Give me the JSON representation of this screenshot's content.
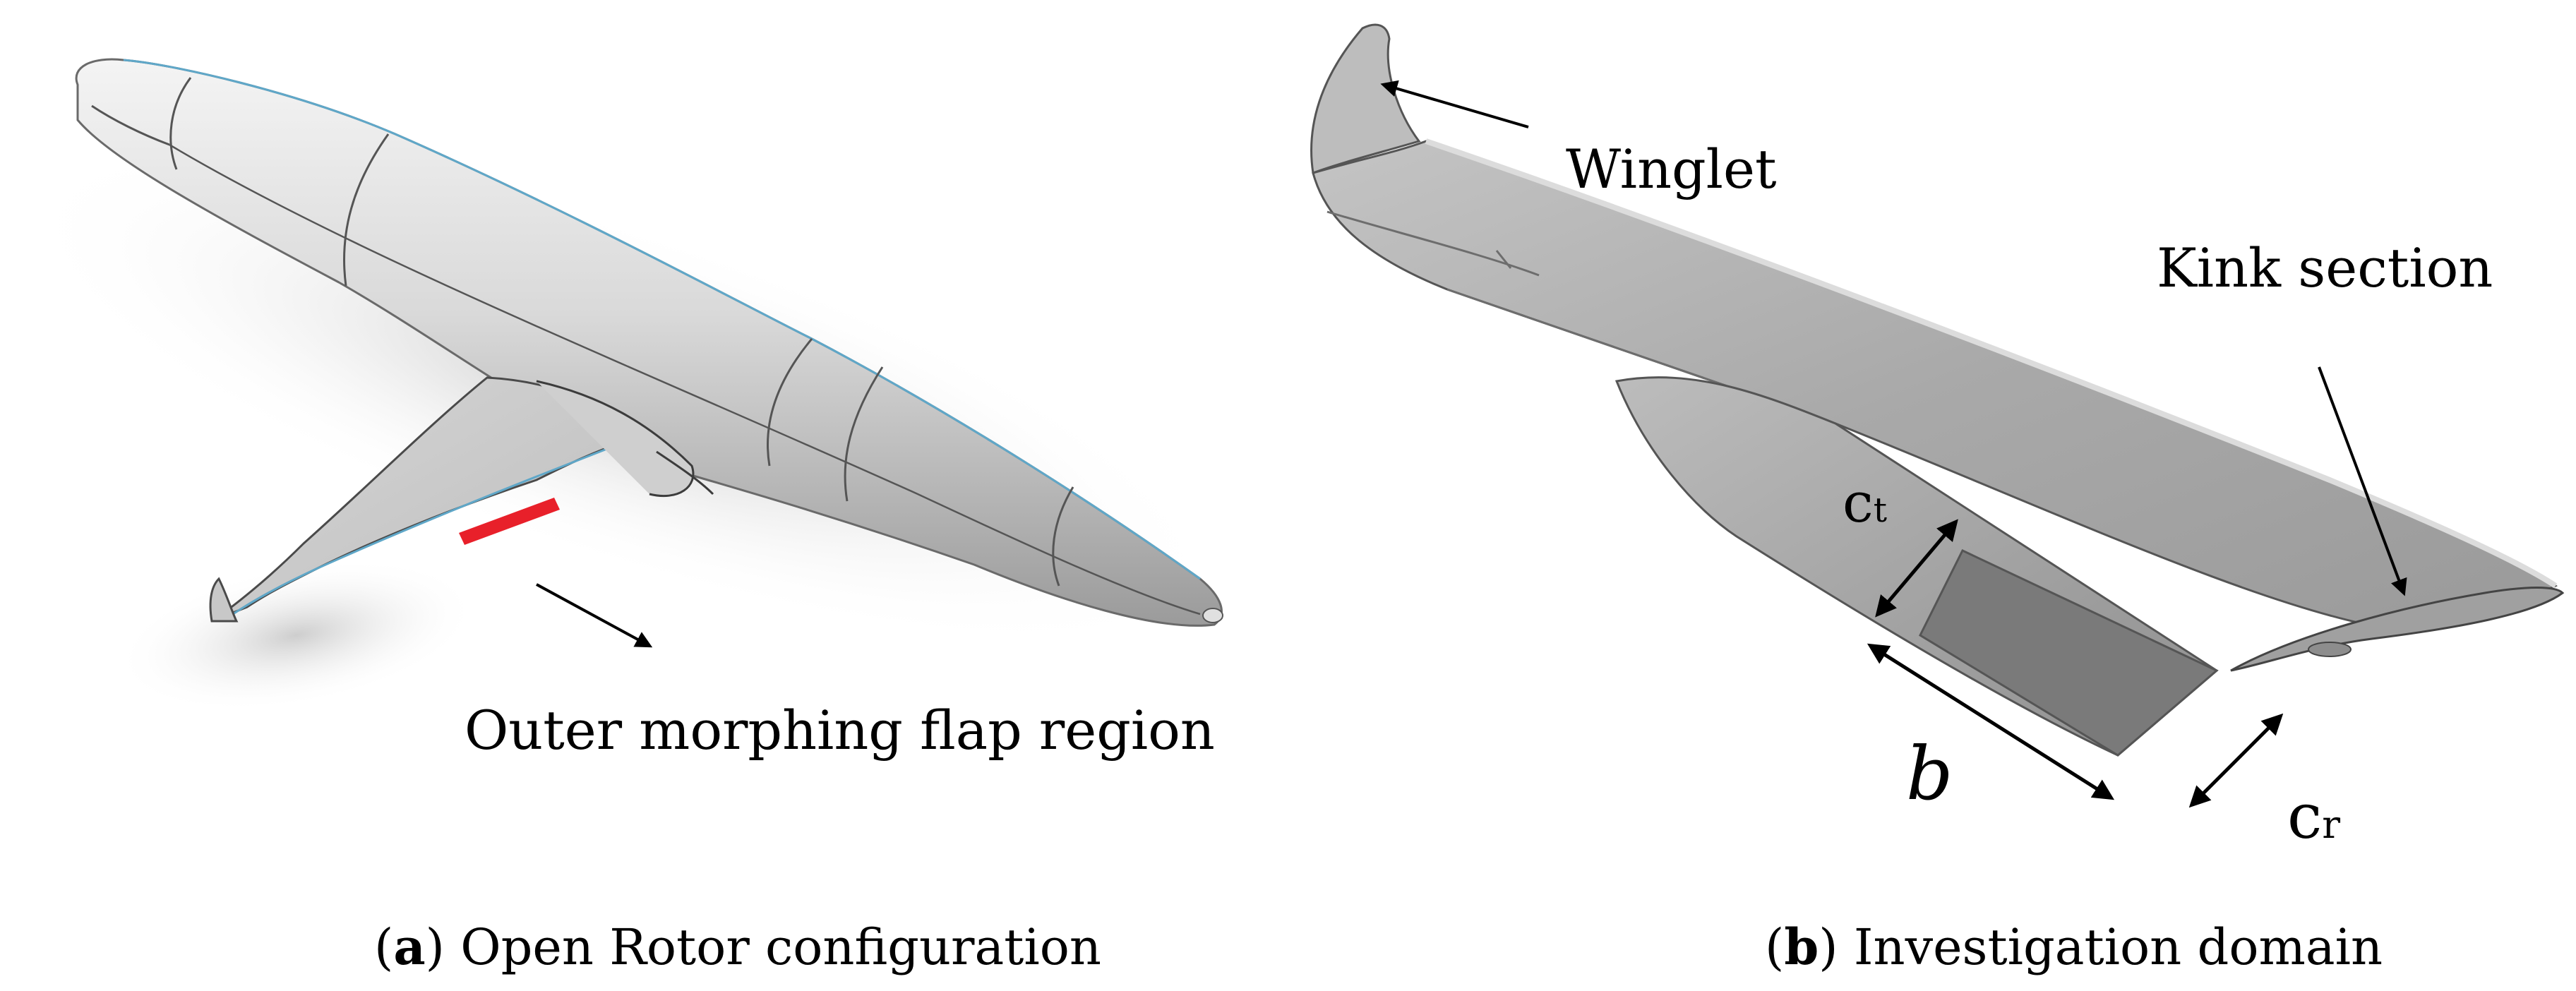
{
  "panel_a": {
    "annotation": "Outer morphing flap region",
    "caption_open": "(",
    "caption_letter": "a",
    "caption_close": ")",
    "caption_text": " Open Rotor configuration",
    "flap_color": "#e8202a",
    "edge_color": "#5fa7c8"
  },
  "panel_b": {
    "label_winglet": "Winglet",
    "label_kink": "Kink section",
    "sym_b": "b",
    "sym_ct_main": "c",
    "sym_ct_sub": "t",
    "sym_cr_main": "c",
    "sym_cr_sub": "r",
    "caption_open": "(",
    "caption_letter": "b",
    "caption_close": ")",
    "caption_text": " Investigation domain"
  }
}
